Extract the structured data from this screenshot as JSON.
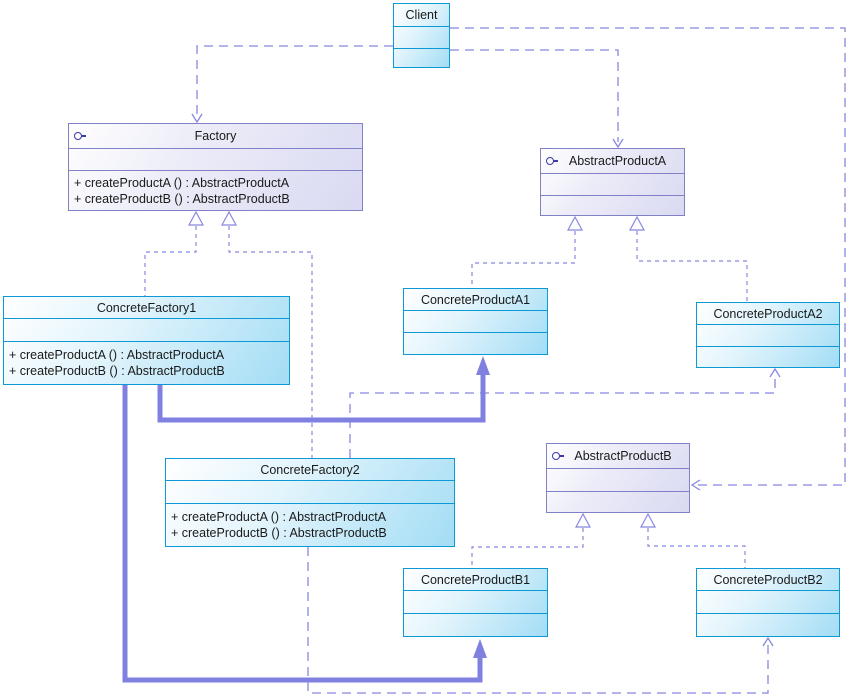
{
  "diagram": {
    "kind": "uml-class-diagram",
    "colors": {
      "class_border": "#0d99d6",
      "class_fill_end": "#a3ddf5",
      "interface_border": "#8181c7",
      "interface_fill_end": "#d9d9f2",
      "connector": "#8888e0",
      "thick_connector": "#8080e0",
      "text": "#1a1a1a"
    },
    "icons": {
      "interface": "interface-lollipop-icon"
    },
    "classes": [
      {
        "id": "client",
        "name": "Client",
        "kind": "class",
        "attributes": [],
        "methods": []
      },
      {
        "id": "factory",
        "name": "Factory",
        "kind": "interface",
        "attributes": [],
        "methods": [
          "+ createProductA () : AbstractProductA",
          "+ createProductB () : AbstractProductB"
        ]
      },
      {
        "id": "abstract-product-a",
        "name": "AbstractProductA",
        "kind": "interface",
        "attributes": [],
        "methods": []
      },
      {
        "id": "concrete-factory-1",
        "name": "ConcreteFactory1",
        "kind": "class",
        "attributes": [],
        "methods": [
          "+ createProductA () : AbstractProductA",
          "+ createProductB () : AbstractProductB"
        ]
      },
      {
        "id": "concrete-product-a1",
        "name": "ConcreteProductA1",
        "kind": "class",
        "attributes": [],
        "methods": []
      },
      {
        "id": "concrete-product-a2",
        "name": "ConcreteProductA2",
        "kind": "class",
        "attributes": [],
        "methods": []
      },
      {
        "id": "abstract-product-b",
        "name": "AbstractProductB",
        "kind": "interface",
        "attributes": [],
        "methods": []
      },
      {
        "id": "concrete-factory-2",
        "name": "ConcreteFactory2",
        "kind": "class",
        "attributes": [],
        "methods": [
          "+ createProductA () : AbstractProductA",
          "+ createProductB () : AbstractProductB"
        ]
      },
      {
        "id": "concrete-product-b1",
        "name": "ConcreteProductB1",
        "kind": "class",
        "attributes": [],
        "methods": []
      },
      {
        "id": "concrete-product-b2",
        "name": "ConcreteProductB2",
        "kind": "class",
        "attributes": [],
        "methods": []
      }
    ],
    "relationships": [
      {
        "type": "dependency",
        "from": "Client",
        "to": "Factory"
      },
      {
        "type": "dependency",
        "from": "Client",
        "to": "AbstractProductA"
      },
      {
        "type": "dependency",
        "from": "Client",
        "to": "AbstractProductB"
      },
      {
        "type": "realization",
        "from": "ConcreteFactory1",
        "to": "Factory"
      },
      {
        "type": "realization",
        "from": "ConcreteFactory2",
        "to": "Factory"
      },
      {
        "type": "realization",
        "from": "ConcreteProductA1",
        "to": "AbstractProductA"
      },
      {
        "type": "realization",
        "from": "ConcreteProductA2",
        "to": "AbstractProductA"
      },
      {
        "type": "realization",
        "from": "ConcreteProductB1",
        "to": "AbstractProductB"
      },
      {
        "type": "realization",
        "from": "ConcreteProductB2",
        "to": "AbstractProductB"
      },
      {
        "type": "creates",
        "from": "ConcreteFactory1",
        "to": "ConcreteProductA1"
      },
      {
        "type": "creates",
        "from": "ConcreteFactory1",
        "to": "ConcreteProductB1"
      },
      {
        "type": "creates",
        "from": "ConcreteFactory2",
        "to": "ConcreteProductA2"
      },
      {
        "type": "creates",
        "from": "ConcreteFactory2",
        "to": "ConcreteProductB2"
      }
    ]
  }
}
